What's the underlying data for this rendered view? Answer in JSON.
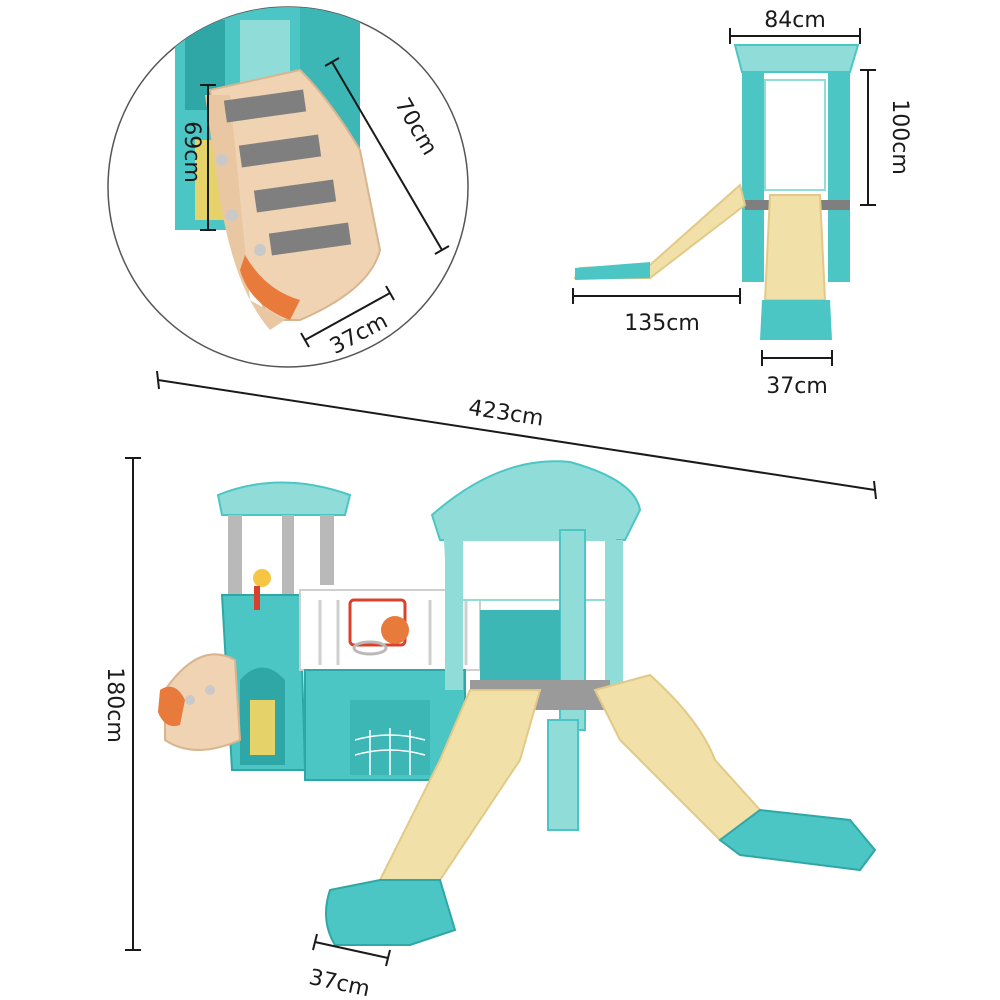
{
  "dimensions": {
    "ladder_height": "69cm",
    "ladder_length": "70cm",
    "ladder_width": "37cm",
    "side_top_width": "84cm",
    "side_height": "100cm",
    "side_slide_length": "135cm",
    "side_slide_width": "37cm",
    "total_length": "423cm",
    "total_height": "180cm",
    "main_slide_width": "37cm"
  },
  "colors": {
    "teal": "#4cc6c4",
    "teal_light": "#8fdcd9",
    "teal_dark": "#2fa7a6",
    "cream": "#f1e0a8",
    "cream_dark": "#e2c987",
    "peach": "#f0d3b2",
    "orange": "#e87a3c",
    "grey": "#8a8a8a",
    "red": "#d9412d",
    "white": "#f7f7f7"
  }
}
